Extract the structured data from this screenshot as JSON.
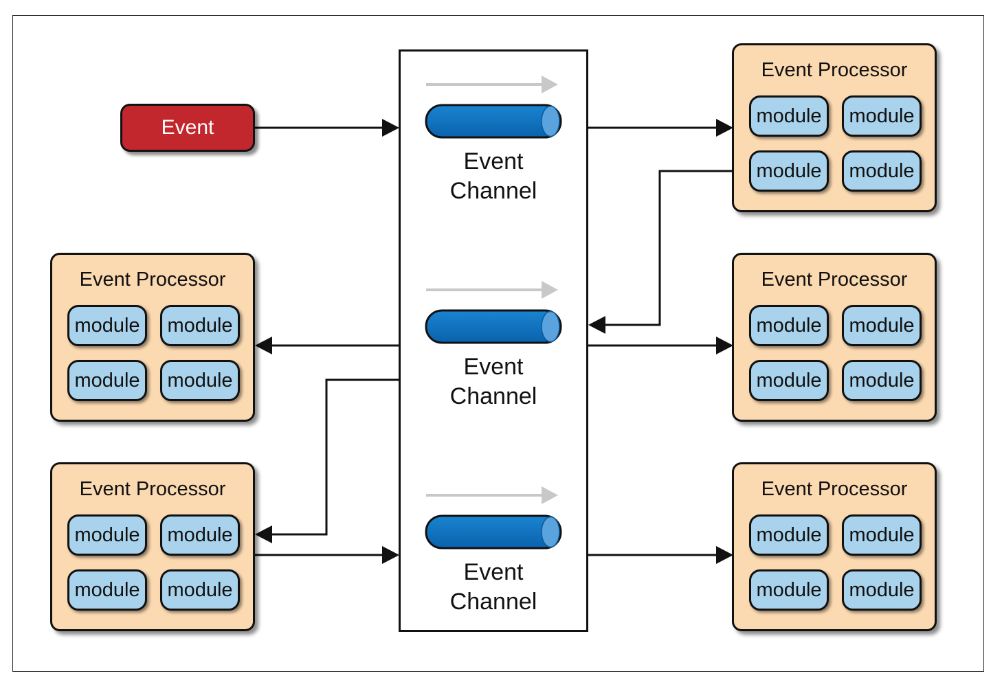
{
  "event": {
    "label": "Event"
  },
  "channels": [
    {
      "label_line1": "Event",
      "label_line2": "Channel"
    },
    {
      "label_line1": "Event",
      "label_line2": "Channel"
    },
    {
      "label_line1": "Event",
      "label_line2": "Channel"
    }
  ],
  "processors": [
    {
      "title": "Event Processor",
      "modules": [
        "module",
        "module",
        "module",
        "module"
      ]
    },
    {
      "title": "Event Processor",
      "modules": [
        "module",
        "module",
        "module",
        "module"
      ]
    },
    {
      "title": "Event Processor",
      "modules": [
        "module",
        "module",
        "module",
        "module"
      ]
    },
    {
      "title": "Event Processor",
      "modules": [
        "module",
        "module",
        "module",
        "module"
      ]
    },
    {
      "title": "Event Processor",
      "modules": [
        "module",
        "module",
        "module",
        "module"
      ]
    }
  ],
  "colors": {
    "event": "#c1272d",
    "processor": "#fbd9b1",
    "module": "#a9d3ec",
    "pipe": "#0a6ebd",
    "flow_arrow": "#c8c8c8"
  }
}
